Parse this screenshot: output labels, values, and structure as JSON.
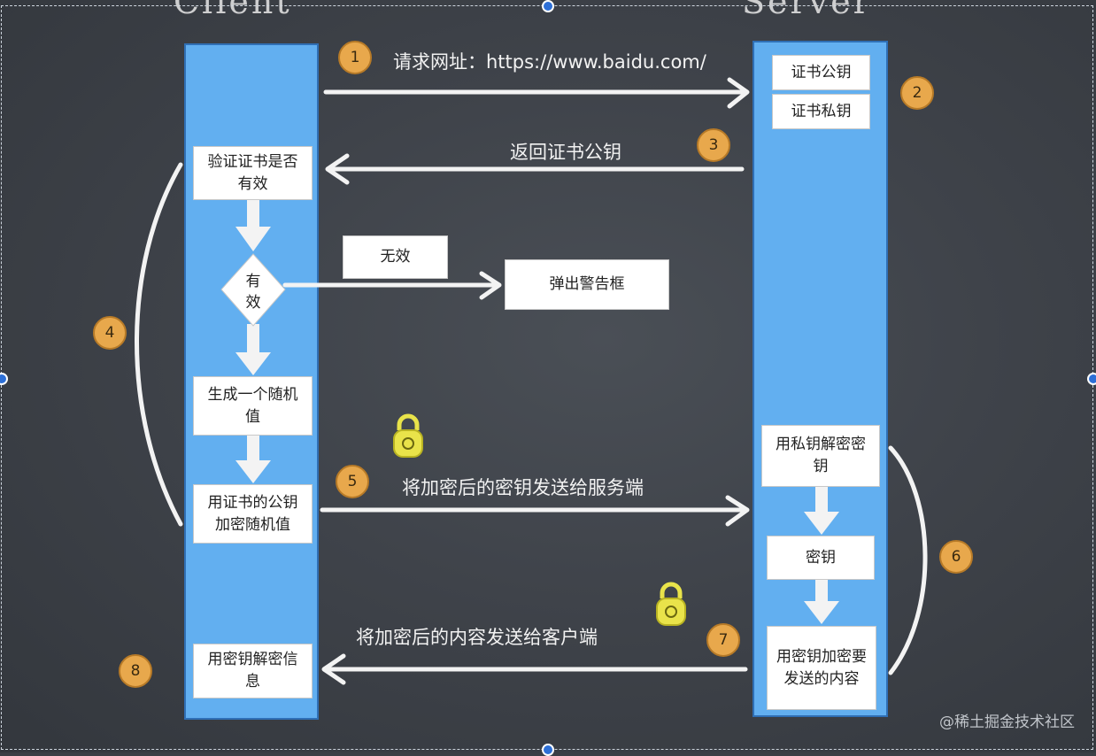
{
  "headings": {
    "client": "Client",
    "server": "Server"
  },
  "client_boxes": {
    "verify": "验证证书是否有效",
    "generate": "生成一个随机值",
    "encrypt": "用证书的公钥加密随机值",
    "decrypt": "用密钥解密信息"
  },
  "decision": {
    "label": "有效"
  },
  "invalid": {
    "label": "无效",
    "alert": "弹出警告框"
  },
  "server_boxes": {
    "public_key": "证书公钥",
    "private_key": "证书私钥",
    "decrypt_key": "用私钥解密密钥",
    "key": "密钥",
    "encrypt_content": "用密钥加密要发送的内容"
  },
  "steps": {
    "s1": {
      "num": "1",
      "text": "请求网址：https://www.baidu.com/"
    },
    "s2": {
      "num": "2"
    },
    "s3": {
      "num": "3",
      "text": "返回证书公钥"
    },
    "s4": {
      "num": "4"
    },
    "s5": {
      "num": "5",
      "text": "将加密后的密钥发送给服务端"
    },
    "s6": {
      "num": "6"
    },
    "s7": {
      "num": "7",
      "text": "将加密后的内容发送给客户端"
    },
    "s8": {
      "num": "8"
    }
  },
  "icons": [
    "lock-icon",
    "lock-icon"
  ],
  "colors": {
    "lane": "#62aff0",
    "badge": "#e8a84c",
    "board": "#3f434a",
    "lock": "#e9e34a"
  },
  "watermark": "@稀土掘金技术社区"
}
